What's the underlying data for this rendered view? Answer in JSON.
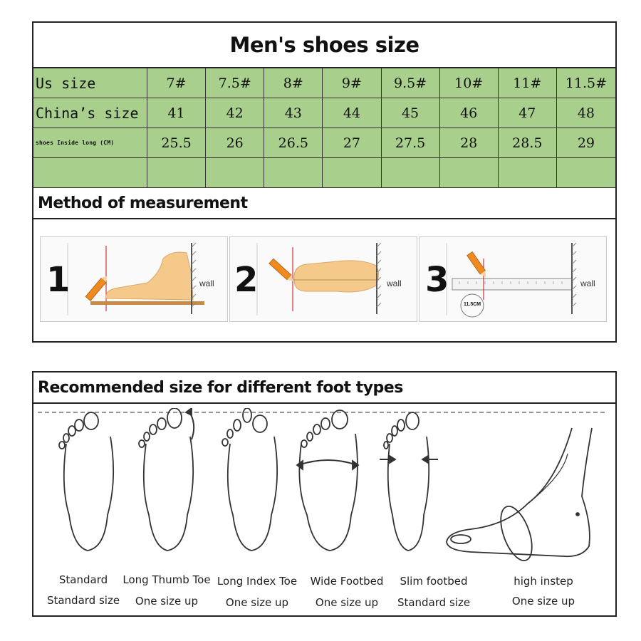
{
  "table": {
    "title": "Men's shoes size",
    "us_label": "Us size",
    "us_sizes": [
      "7#",
      "7.5#",
      "8#",
      "9#",
      "9.5#",
      "10#",
      "11#",
      "11.5#"
    ],
    "china_label": "China’s size",
    "china_sizes": [
      "41",
      "42",
      "43",
      "44",
      "45",
      "46",
      "47",
      "48"
    ],
    "inside_label": "shoes Inside long (CM)",
    "inside_lengths": [
      "25.5",
      "26",
      "26.5",
      "27",
      "27.5",
      "28",
      "28.5",
      "29"
    ]
  },
  "method": {
    "heading": "Method of measurement",
    "steps": [
      {
        "number": "1",
        "wall_label": "wall"
      },
      {
        "number": "2",
        "wall_label": "wall"
      },
      {
        "number": "3",
        "wall_label": "wall",
        "measure_label": "11.5CM"
      }
    ]
  },
  "foot_types": {
    "heading": "Recommended size for different foot types",
    "items": [
      {
        "type": "Standard",
        "advice": "Standard size"
      },
      {
        "type": "Long Thumb Toe",
        "advice": "One size up"
      },
      {
        "type": "Long Index Toe",
        "advice": "One size up"
      },
      {
        "type": "Wide Footbed",
        "advice": "One size up"
      },
      {
        "type": "Slim footbed",
        "advice": "Standard size"
      },
      {
        "type": "high instep",
        "advice": "One size up"
      }
    ]
  },
  "colors": {
    "table_green": "#a9cf8c",
    "foot_skin": "#f4c98a",
    "pencil_orange": "#f08a1e",
    "guide_red": "#cc3333"
  }
}
